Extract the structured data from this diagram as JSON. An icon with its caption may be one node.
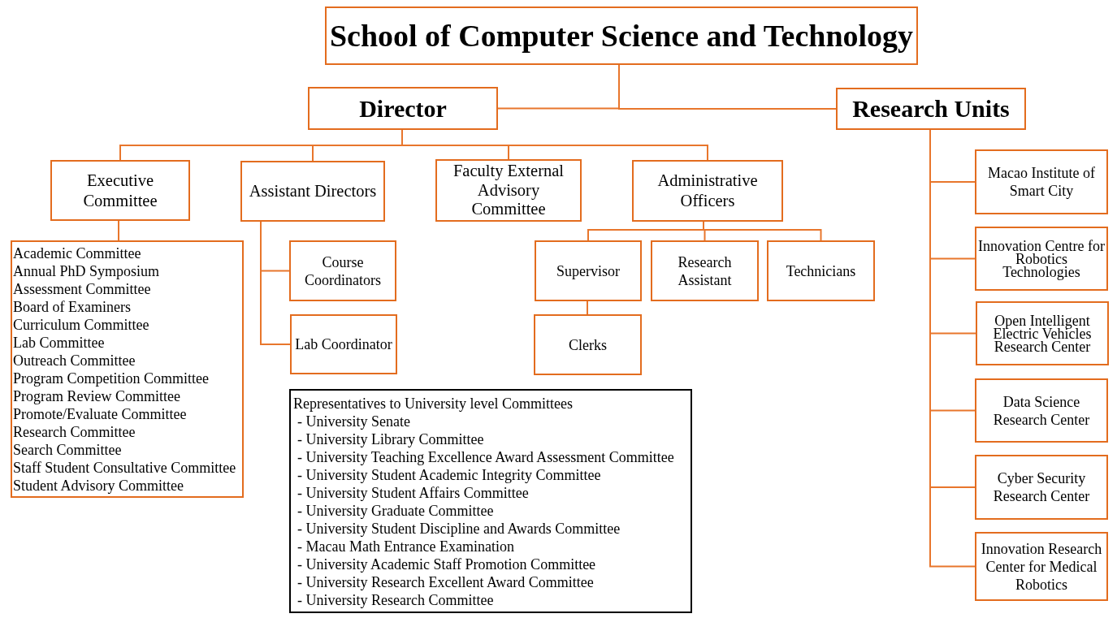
{
  "diagram": {
    "nodes": [
      {
        "text": [
          "School of Computer Science and Technology"
        ]
      },
      {
        "text": [
          "Director"
        ]
      },
      {
        "text": [
          "Research Units"
        ]
      },
      {
        "text": [
          "Executive Committee"
        ]
      },
      {
        "text": [
          "Assistant Directors"
        ]
      },
      {
        "text": [
          "Faculty External Advisory Committee"
        ]
      },
      {
        "text": [
          "Administrative Officers"
        ]
      },
      {
        "text": [
          "Academic Committee",
          "Annual PhD Symposium",
          "Assessment Committee",
          "Board of Examiners",
          "Curriculum Committee",
          "Lab Committee",
          "Outreach Committee",
          "Program Competition Committee",
          "Program Review Committee",
          "Promote/Evaluate Committee",
          "Research Committee",
          "Search Committee",
          "Staff Student Consultative Committee",
          "Student Advisory Committee"
        ]
      },
      {
        "text": [
          "Course Coordinators"
        ]
      },
      {
        "text": [
          "Lab Coordinator"
        ]
      },
      {
        "text": [
          "Supervisor"
        ]
      },
      {
        "text": [
          "Research Assistant"
        ]
      },
      {
        "text": [
          "Technicians"
        ]
      },
      {
        "text": [
          "Clerks"
        ]
      },
      {
        "text": [
          "Representatives to University level Committees",
          "- University Senate",
          "- University Library Committee",
          "- University Teaching Excellence Award Assessment Committee",
          "- University Student Academic Integrity Committee",
          "- University Student Affairs Committee",
          "- University Graduate Committee",
          "- University Student Discipline and Awards Committee",
          "- Macau Math Entrance Examination",
          "- University Academic Staff Promotion Committee",
          "- University Research Excellent Award Committee",
          "- University Research Committee"
        ]
      },
      {
        "text": [
          "Macao Institute of Smart City"
        ]
      },
      {
        "text": [
          "Innovation Centre for Robotics Technologies"
        ]
      },
      {
        "text": [
          "Open Intelligent Electric Vehicles Research Center"
        ]
      },
      {
        "text": [
          "Data Science Research Center"
        ]
      },
      {
        "text": [
          "Cyber Security Research Center"
        ]
      },
      {
        "text": [
          "Innovation Research Center for Medical Robotics"
        ]
      }
    ],
    "edges": [
      {
        "from": 0,
        "to": 1,
        "arrow": "none"
      },
      {
        "from": 0,
        "to": 2,
        "arrow": "none"
      },
      {
        "from": 1,
        "to": 3,
        "arrow": "none"
      },
      {
        "from": 1,
        "to": 4,
        "arrow": "none"
      },
      {
        "from": 1,
        "to": 5,
        "arrow": "none"
      },
      {
        "from": 1,
        "to": 6,
        "arrow": "none"
      },
      {
        "from": 3,
        "to": 7,
        "arrow": "none"
      },
      {
        "from": 4,
        "to": 8,
        "arrow": "none"
      },
      {
        "from": 4,
        "to": 9,
        "arrow": "none"
      },
      {
        "from": 6,
        "to": 10,
        "arrow": "none"
      },
      {
        "from": 6,
        "to": 11,
        "arrow": "none"
      },
      {
        "from": 6,
        "to": 12,
        "arrow": "none"
      },
      {
        "from": 10,
        "to": 13,
        "arrow": "none"
      },
      {
        "from": 2,
        "to": 15,
        "arrow": "none"
      },
      {
        "from": 2,
        "to": 16,
        "arrow": "none"
      },
      {
        "from": 2,
        "to": 17,
        "arrow": "none"
      },
      {
        "from": 2,
        "to": 18,
        "arrow": "none"
      },
      {
        "from": 2,
        "to": 19,
        "arrow": "none"
      },
      {
        "from": 2,
        "to": 20,
        "arrow": "none"
      }
    ]
  }
}
